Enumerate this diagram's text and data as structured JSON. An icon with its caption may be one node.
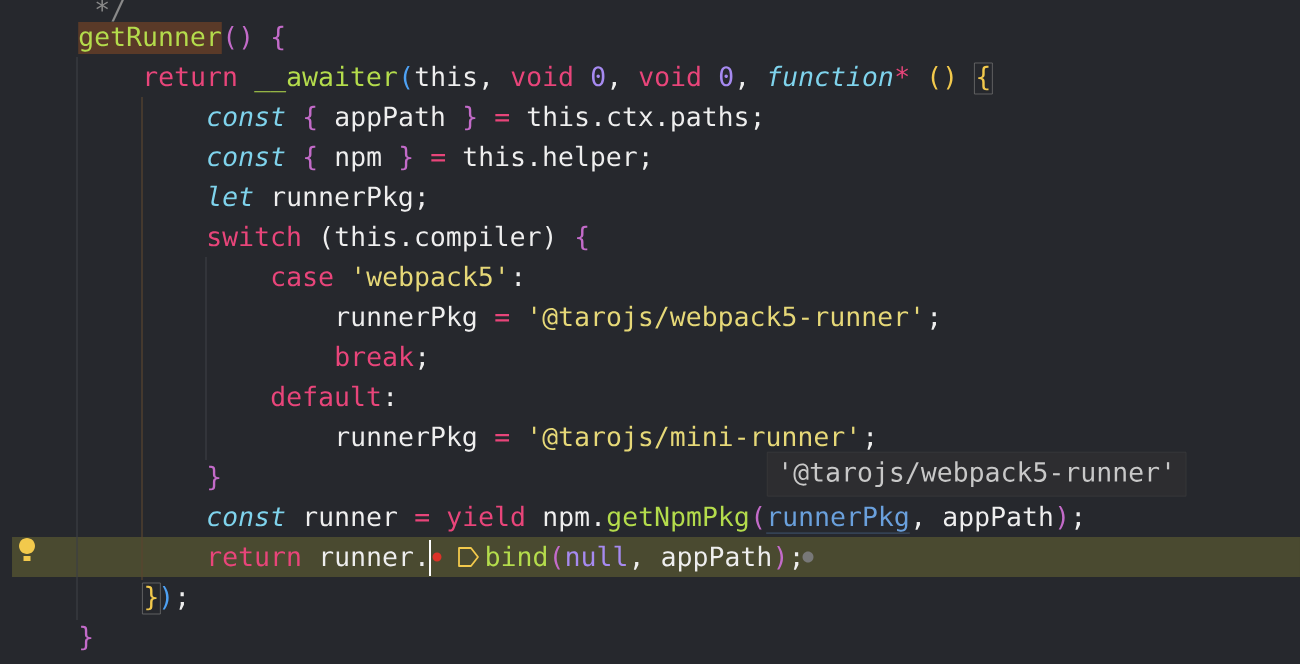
{
  "diagram": {
    "nodes": [
      {
        "text": [
          "'@tarojs/webpack5-runner'"
        ]
      }
    ],
    "labels": [
      "*/",
      "getRunner",
      "()",
      "{",
      "return",
      "__awaiter",
      "(",
      "this,",
      "void",
      "0",
      ",",
      "void",
      "0",
      ",",
      "function",
      "*",
      "()",
      "{",
      "const",
      "{",
      "appPath",
      "}",
      "=",
      "this.ctx.paths;",
      "const",
      "{",
      "npm",
      "}",
      "=",
      "this.helper;",
      "let",
      "runnerPkg;",
      "switch",
      "(this.compiler)",
      "{",
      "case",
      "'webpack5'",
      ":",
      "runnerPkg",
      "=",
      "'@tarojs/webpack5-runner'",
      ";",
      "break",
      ";",
      "default",
      ":",
      "runnerPkg",
      "=",
      "'@tarojs/mini-runner'",
      ";",
      "}",
      "const",
      "runner",
      "=",
      "yield",
      "npm.",
      "getNpmPkg",
      "(",
      "runnerPkg",
      ",",
      "appPath",
      ")",
      ";",
      "return",
      "runner.",
      "bind",
      "(",
      "null",
      ",",
      "appPath",
      ")",
      ";",
      "}",
      ")",
      ";",
      "}"
    ]
  }
}
